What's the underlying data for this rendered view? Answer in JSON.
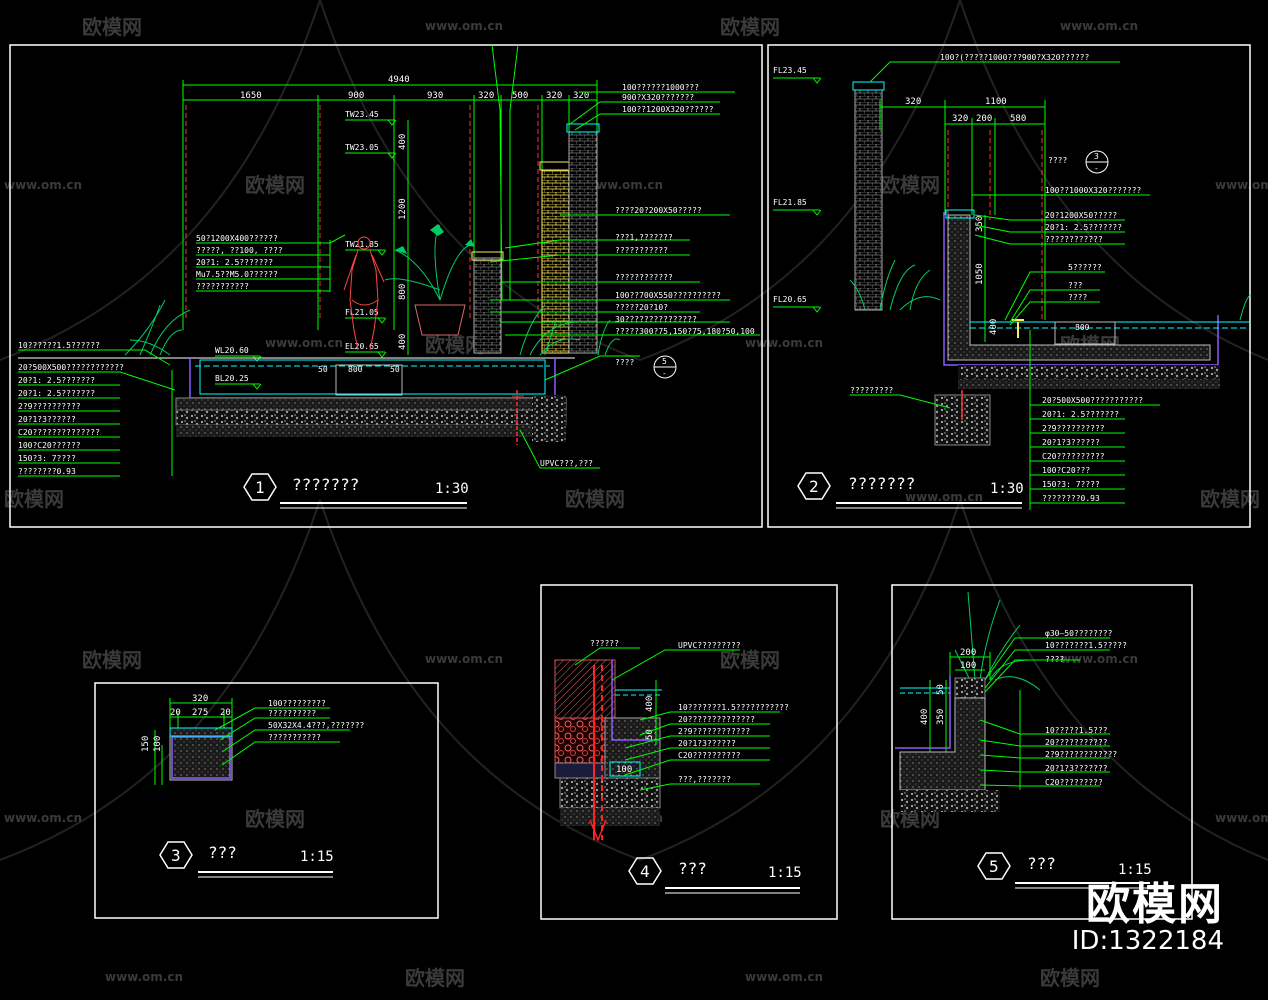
{
  "watermark": {
    "logo_text": "欧模网",
    "url": "www.om.cn"
  },
  "brand": {
    "name": "欧模网",
    "id": "ID:1322184"
  },
  "panels": [
    {
      "number": "1",
      "title": "???????",
      "scale": "1:30",
      "dims_top": [
        "4940"
      ],
      "dims_row": [
        "1650",
        "900",
        "930",
        "320",
        "500",
        "320",
        "320"
      ],
      "elevations": [
        "TW23.45",
        "TW23.05",
        "TW21.85",
        "FL21.05",
        "EL20.65",
        "WL20.60",
        "BL20.25"
      ],
      "vertical_dims": [
        "400",
        "1200",
        "800",
        "400"
      ],
      "pool_dims": [
        "800",
        "50",
        "50"
      ],
      "labels_left": [
        "10??????1.5??????",
        "20?500X500????????????",
        "20?1: 2.5???????",
        "20?1: 2.5???????",
        "2?9??????????",
        "20?1?3??????",
        "C20??????????????",
        "100?C20??????",
        "150?3: 7????",
        "????????0.93"
      ],
      "labels_mid": [
        "50?1200X400??????",
        "?????, ??100, ????",
        "20?1: 2.5???????",
        "Mu7.5??M5.0??????",
        "???????????"
      ],
      "labels_right": [
        "100??????1000???",
        "900?X320???????",
        "100??1200X320??????",
        "????20?200X50?????",
        "???1,???????",
        "???????????",
        "????????????",
        "100??700X550??????????",
        "?????20?10?",
        "30???????????????",
        "?????300?75,150?75,180?50,100"
      ],
      "label_pipe": "UPVC???,???",
      "label_misc": "????",
      "callout": {
        "top": "5",
        "bottom": "-"
      }
    },
    {
      "number": "2",
      "title": "???????",
      "scale": "1:30",
      "dims_row": [
        "320",
        "1100",
        "320",
        "200",
        "580"
      ],
      "elevations": [
        "FL23.45",
        "FL21.85",
        "FL20.65"
      ],
      "vertical_dims": [
        "350",
        "1050",
        "400"
      ],
      "pool_dims": [
        "800"
      ],
      "labels_top": [
        "100?(?????1000???900?X320??????"
      ],
      "labels_right": [
        "????",
        "100??1000X320???????",
        "20?1200X50?????",
        "20?1: 2.5???????",
        "????????????",
        "5??????",
        "???",
        "????"
      ],
      "labels_left": [
        "?????????"
      ],
      "labels_bottom": [
        "20?500X500???????????",
        "20?1: 2.5???????",
        "2?9??????????",
        "20?1?3??????",
        "C20??????????",
        "100?C20???",
        "150?3: 7????",
        "????????0.93"
      ],
      "callout": {
        "top": "3",
        "bottom": "-"
      }
    },
    {
      "number": "3",
      "title": "???",
      "scale": "1:15",
      "dims_row": [
        "320",
        "20",
        "275",
        "20"
      ],
      "vertical_dims": [
        "150",
        "100"
      ],
      "labels_right": [
        "100?????????",
        "??????????",
        "50X32X4.4???,???????",
        "???????????"
      ]
    },
    {
      "number": "4",
      "title": "???",
      "scale": "1:15",
      "labels_top": [
        "??????",
        "UPVC?????????"
      ],
      "vertical_dims": [
        "400",
        "50",
        "100"
      ],
      "labels_right": [
        "10???????1.5???????????",
        "20??????????????",
        "2?9????????????",
        "20?1?3??????",
        "C20??????????",
        "???,???????"
      ]
    },
    {
      "number": "5",
      "title": "???",
      "scale": "1:15",
      "dims_row": [
        "200",
        "100"
      ],
      "vertical_dims": [
        "50",
        "400",
        "350"
      ],
      "labels_top": [
        "φ30—50????????",
        "10???????1.5?????",
        "????"
      ],
      "labels_right": [
        "10?????1.5???",
        "20???????????",
        "2?9????????????",
        "20?1?3???????",
        "C20?????????"
      ]
    }
  ],
  "colors": {
    "background": "#000000",
    "frame": "#ffffff",
    "dimension": "#00ff00",
    "leader": "#00ff00",
    "elevation_hidden": "#ff3333",
    "water": "#00ffff",
    "masonry": "#ffff66",
    "liner": "#8a5cff",
    "soil": "#bbbbbb",
    "figure": "#ff4444",
    "plant": "#00cc66"
  }
}
